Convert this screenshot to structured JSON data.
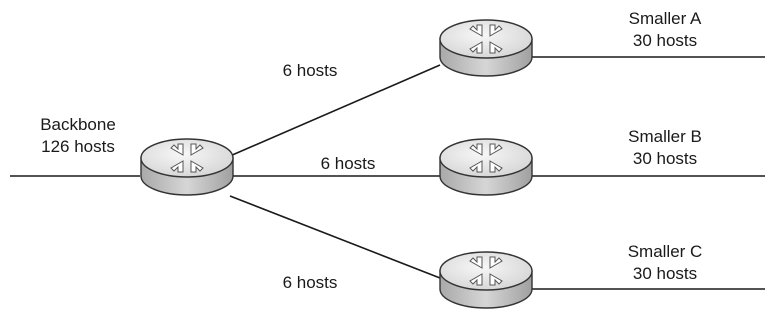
{
  "diagram": {
    "backbone": {
      "name": "Backbone",
      "hosts": "126 hosts"
    },
    "links": {
      "to_a": "6 hosts",
      "to_b": "6 hosts",
      "to_c": "6 hosts"
    },
    "networks": {
      "a": {
        "name": "Smaller A",
        "hosts": "30 hosts"
      },
      "b": {
        "name": "Smaller B",
        "hosts": "30 hosts"
      },
      "c": {
        "name": "Smaller C",
        "hosts": "30 hosts"
      }
    },
    "icons": [
      "router-icon"
    ],
    "colors": {
      "router_top": "#ececec",
      "router_side": "#b8b8b8",
      "line": "#1a1a1a"
    }
  }
}
